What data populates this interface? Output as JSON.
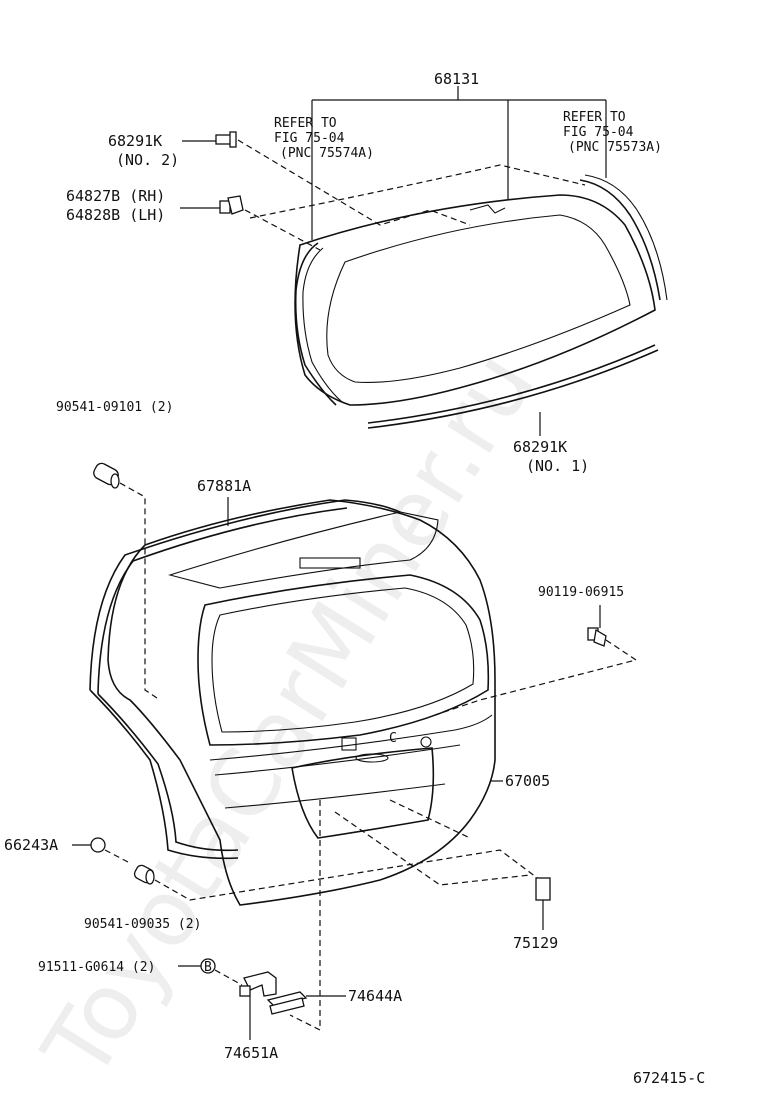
{
  "watermark": "ToyotaCarMiner.ru",
  "figure_code": "672415-C",
  "callouts": {
    "p68131": "68131",
    "refer_left": [
      "REFER TO",
      "FIG 75-04",
      "(PNC 75574A)"
    ],
    "refer_right": [
      "REFER TO",
      "FIG 75-04",
      "(PNC 75573A)"
    ],
    "p68291k_no2": [
      "68291K",
      "(NO. 2)"
    ],
    "p64827b": "64827B (RH)",
    "p64828b": "64828B (LH)",
    "p90541_09101": "90541-09101 (2)",
    "p68291k_no1": [
      "68291K",
      "(NO. 1)"
    ],
    "p67881a": "67881A",
    "p90119": "90119-06915",
    "p67005": "67005",
    "p66243a": "66243A",
    "p90541_09035": "90541-09035 (2)",
    "p75129": "75129",
    "p91511": "91511-G0614 (2)",
    "b_marker": "B",
    "c_marker": "C",
    "p74644a": "74644A",
    "p74651a": "74651A"
  }
}
